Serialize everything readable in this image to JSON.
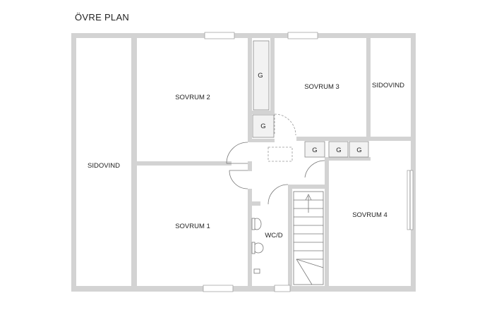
{
  "title": "ÖVRE PLAN",
  "rooms": {
    "sidovind_left": "SIDOVIND",
    "sovrum2": "SOVRUM 2",
    "sovrum3": "SOVRUM 3",
    "sidovind_right": "SIDOVIND",
    "sovrum1": "SOVRUM 1",
    "wcd": "WC/D",
    "sovrum4": "SOVRUM 4"
  },
  "closets": {
    "g1": "G",
    "g2": "G",
    "g3": "G",
    "g4": "G",
    "g5": "G"
  }
}
